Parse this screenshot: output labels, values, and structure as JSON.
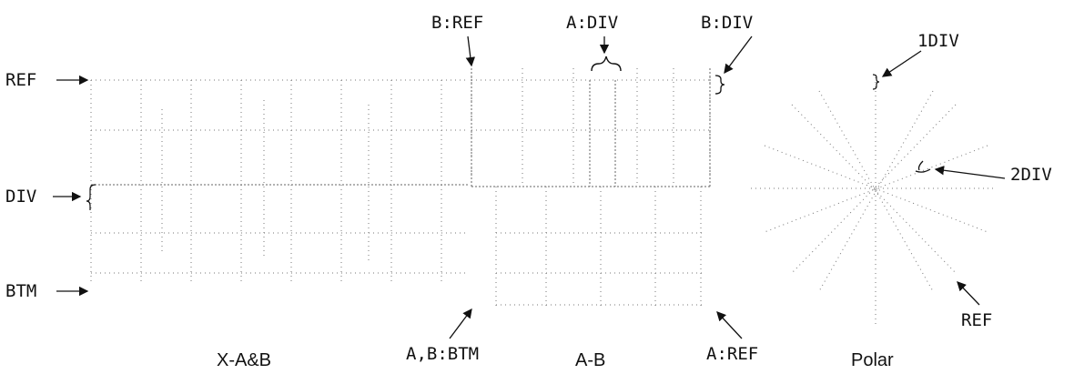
{
  "panels": {
    "xab": {
      "caption": "X-A&B",
      "labels": {
        "ref": "REF",
        "div": "DIV",
        "btm": "BTM"
      }
    },
    "ab": {
      "caption": "A-B",
      "labels": {
        "b_ref": "B:REF",
        "a_div": "A:DIV",
        "b_div": "B:DIV",
        "ab_btm": "A,B:BTM",
        "a_ref": "A:REF"
      }
    },
    "polar": {
      "caption": "Polar",
      "labels": {
        "div1": "1DIV",
        "div2": "2DIV",
        "ref": "REF"
      }
    }
  }
}
